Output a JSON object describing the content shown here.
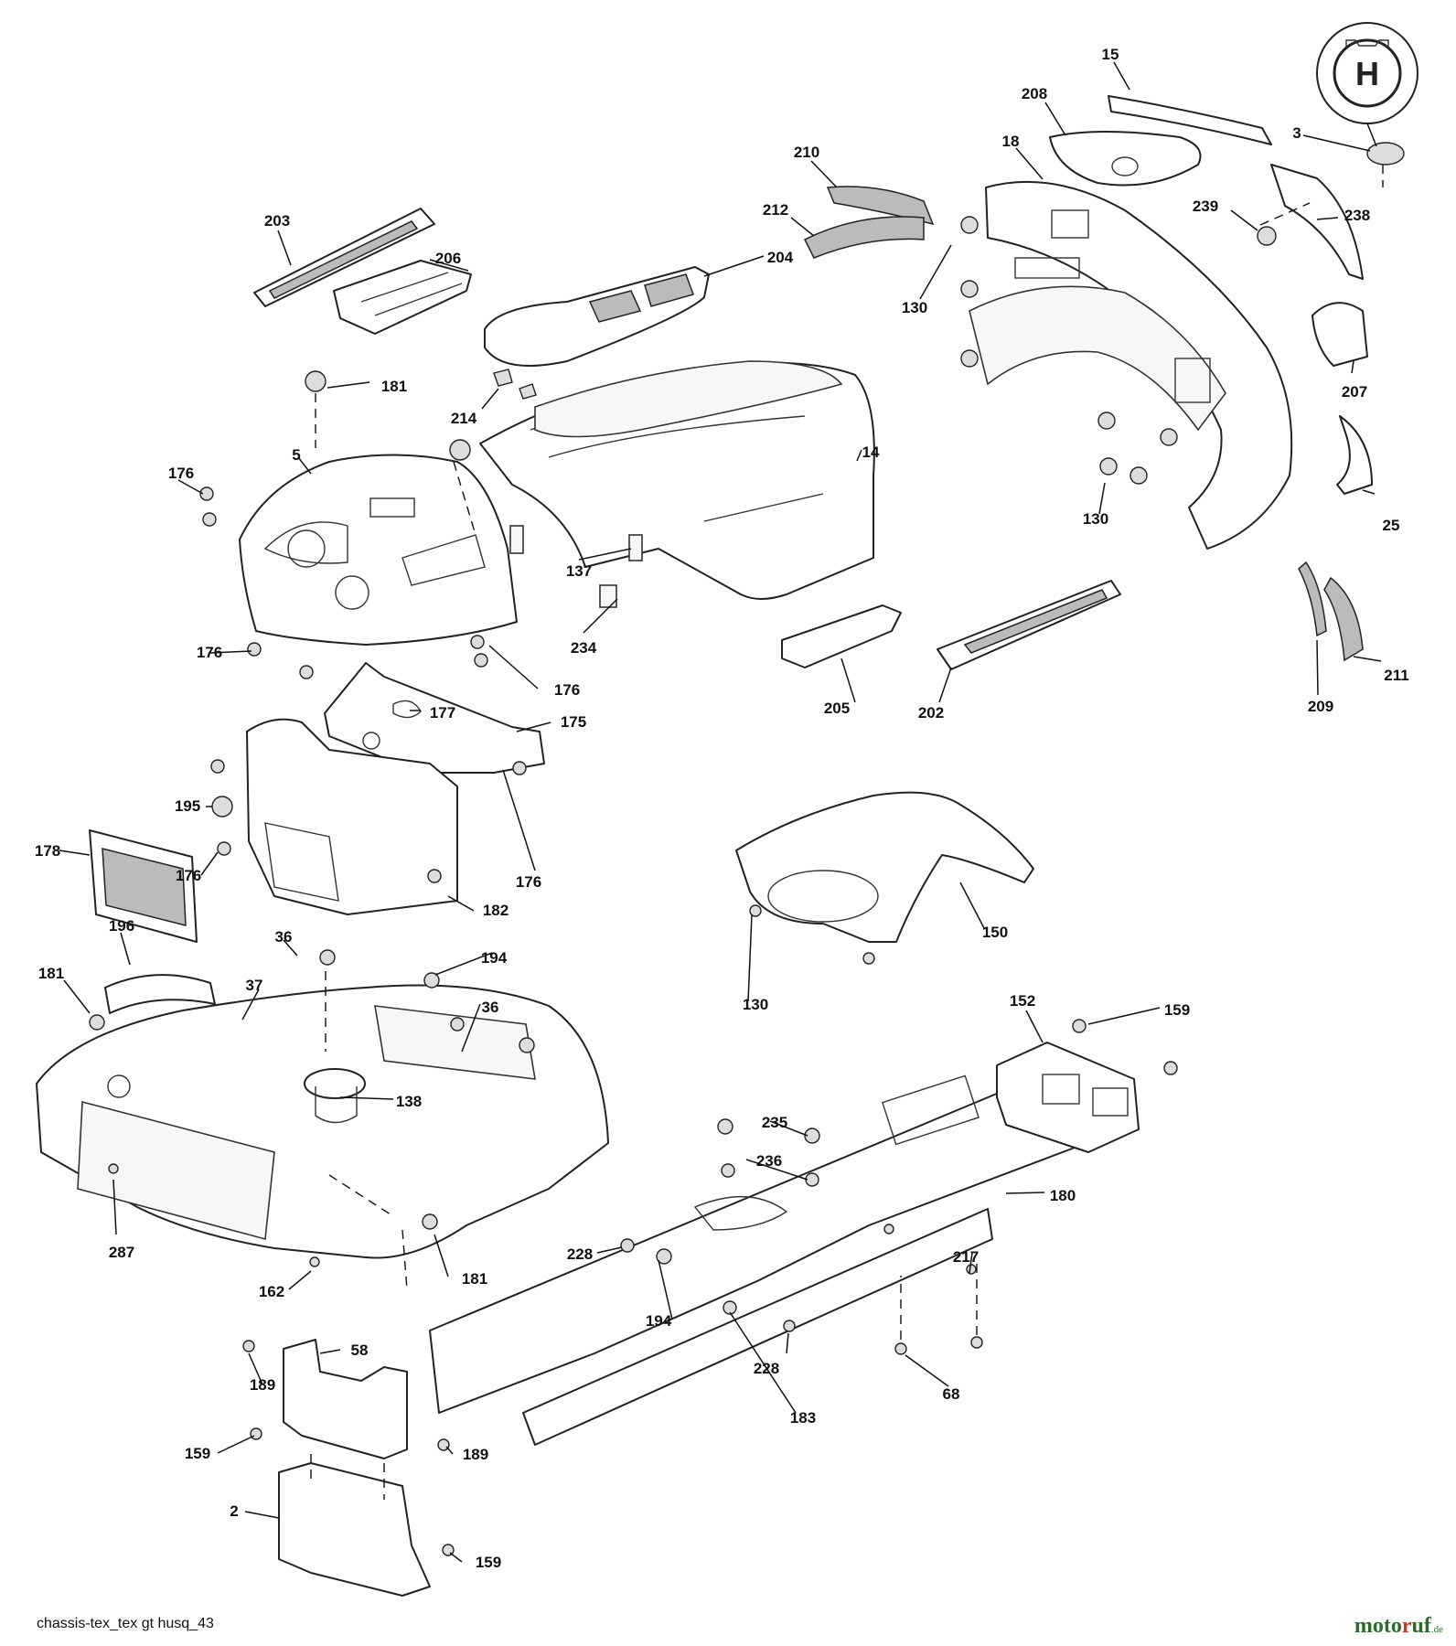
{
  "caption": "chassis-tex_tex gt husq_43",
  "watermark": {
    "brand_pre": "moto",
    "brand_mid": "r",
    "brand_post": "uf",
    "suffix": ".de"
  },
  "logo": {
    "letter": "H"
  },
  "colors": {
    "line": "#222222",
    "grille": "#bbbbbb",
    "watermark_green": "#2a6b2a",
    "watermark_red": "#c0392b"
  },
  "callouts": {
    "c15": "15",
    "c208": "208",
    "c3": "3",
    "c18": "18",
    "c210": "210",
    "c239": "239",
    "c238": "238",
    "c212": "212",
    "c203": "203",
    "c206": "206",
    "c204": "204",
    "c130a": "130",
    "c207": "207",
    "c181a": "181",
    "c214": "214",
    "c5": "5",
    "c14": "14",
    "c176a": "176",
    "c130b": "130",
    "c25": "25",
    "c137": "137",
    "c234": "234",
    "c176b": "176",
    "c176c": "176",
    "c177": "177",
    "c175": "175",
    "c205": "205",
    "c202": "202",
    "c209": "209",
    "c211": "211",
    "c195": "195",
    "c178": "178",
    "c176d": "176",
    "c176e": "176",
    "c182": "182",
    "c150": "150",
    "c196": "196",
    "c36a": "36",
    "c194a": "194",
    "c181b": "181",
    "c37": "37",
    "c36b": "36",
    "c130c": "130",
    "c152": "152",
    "c159a": "159",
    "c138": "138",
    "c235": "235",
    "c236": "236",
    "c180": "180",
    "c287": "287",
    "c228a": "228",
    "c217": "217",
    "c162": "162",
    "c181c": "181",
    "c194b": "194",
    "c58": "58",
    "c228b": "228",
    "c68": "68",
    "c189a": "189",
    "c183": "183",
    "c159b": "159",
    "c189b": "189",
    "c2": "2",
    "c159c": "159"
  }
}
